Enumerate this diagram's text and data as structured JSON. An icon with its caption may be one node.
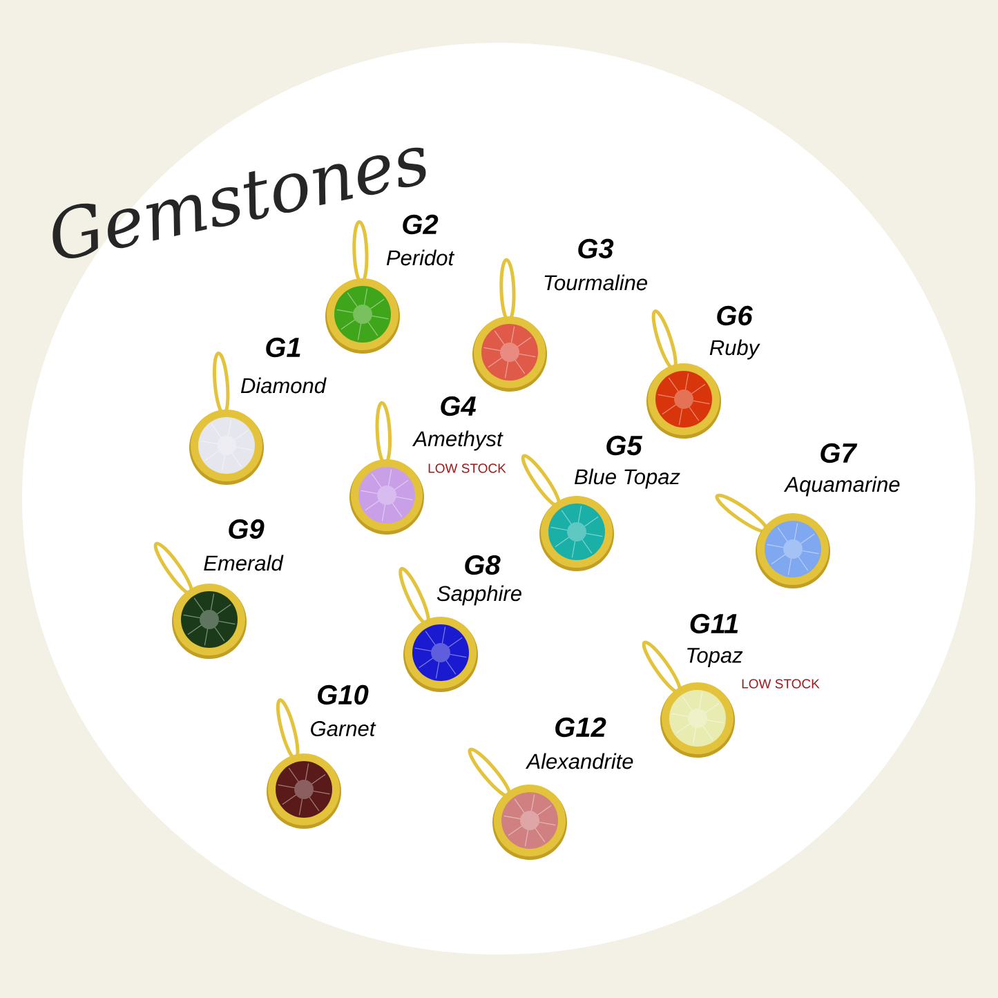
{
  "diagram": {
    "title": "Gemstones",
    "labels": [
      "G2",
      "Peridot",
      "G3",
      "Tourmaline",
      "G6",
      "Ruby",
      "G1",
      "Diamond",
      "G4",
      "Amethyst",
      "LOW STOCK",
      "G5",
      "Blue Topaz",
      "G7",
      "Aquamarine",
      "G9",
      "Emerald",
      "G8",
      "Sapphire",
      "G11",
      "Topaz",
      "LOW STOCK",
      "G10",
      "Garnet",
      "G12",
      "Alexandrite"
    ]
  }
}
